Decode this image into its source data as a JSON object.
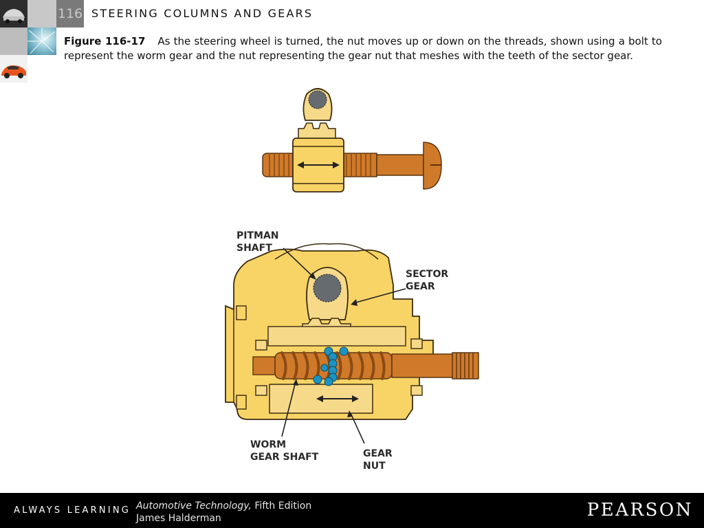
{
  "header": {
    "chapter_number": "116",
    "chapter_title": "STEERING COLUMNS AND GEARS"
  },
  "caption": {
    "figure_label": "Figure 116-17",
    "text": "As the steering wheel is turned, the nut moves up or down on the threads, shown using a bolt to represent the worm gear and the nut representing the gear nut that meshes with the teeth of the sector gear."
  },
  "diagram": {
    "labels": {
      "pitman_1": "PITMAN",
      "pitman_2": "SHAFT",
      "sector_1": "SECTOR",
      "sector_2": "GEAR",
      "worm_1": "WORM",
      "worm_2": "GEAR SHAFT",
      "nut_1": "GEAR",
      "nut_2": "NUT"
    },
    "colors": {
      "housing": "#F8D466",
      "gear_light": "#F6DA8A",
      "shaft": "#CF7A2A",
      "shaft_dark": "#A85A1A",
      "ball": "#1C93C0",
      "pitman": "#666B70"
    }
  },
  "footer": {
    "tagline": "ALWAYS LEARNING",
    "book_title": "Automotive Technology,",
    "edition": "Fifth Edition",
    "author": "James Halderman",
    "publisher": "PEARSON"
  }
}
